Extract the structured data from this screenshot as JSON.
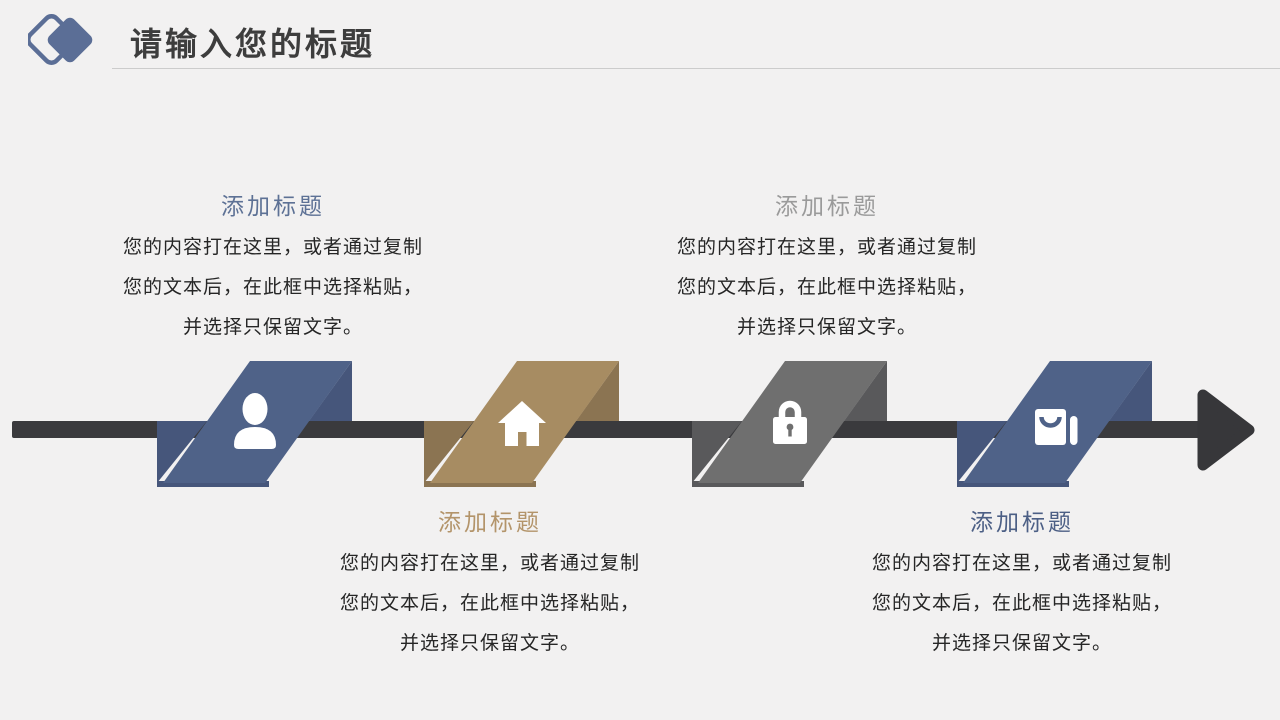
{
  "slide": {
    "background": "#f2f1f1"
  },
  "header": {
    "title": "请输入您的标题",
    "title_color": "#3d3d3d",
    "accent_color": "#5b6e96",
    "rule_color": "#cccccc"
  },
  "blocks": [
    {
      "title": "添加标题",
      "title_color": "#5d7195",
      "lines": [
        "您的内容打在这里，或者通过复制",
        "您的文本后，在此框中选择粘贴，",
        "并选择只保留文字。"
      ]
    },
    {
      "title": "添加标题",
      "title_color": "#9a9a9a",
      "lines": [
        "您的内容打在这里，或者通过复制",
        "您的文本后，在此框中选择粘贴，",
        "并选择只保留文字。"
      ]
    },
    {
      "title": "添加标题",
      "title_color": "#b3946a",
      "lines": [
        "您的内容打在这里，或者通过复制",
        "您的文本后，在此框中选择粘贴，",
        "并选择只保留文字。"
      ]
    },
    {
      "title": "添加标题",
      "title_color": "#4c5f85",
      "lines": [
        "您的内容打在这里，或者通过复制",
        "您的文本后，在此框中选择粘贴，",
        "并选择只保留文字。"
      ]
    }
  ],
  "timeline": {
    "color": "#3a3a3d",
    "arrow_color": "#37373a"
  },
  "stations": [
    {
      "icon": "user-icon",
      "light_color": "#4f6288",
      "dark_color": "#46567b"
    },
    {
      "icon": "home-icon",
      "light_color": "#a78c62",
      "dark_color": "#8b7452"
    },
    {
      "icon": "lock-icon",
      "light_color": "#6f6f6f",
      "dark_color": "#59595b"
    },
    {
      "icon": "shopping-bag-icon",
      "light_color": "#4f6288",
      "dark_color": "#46567b"
    }
  ]
}
